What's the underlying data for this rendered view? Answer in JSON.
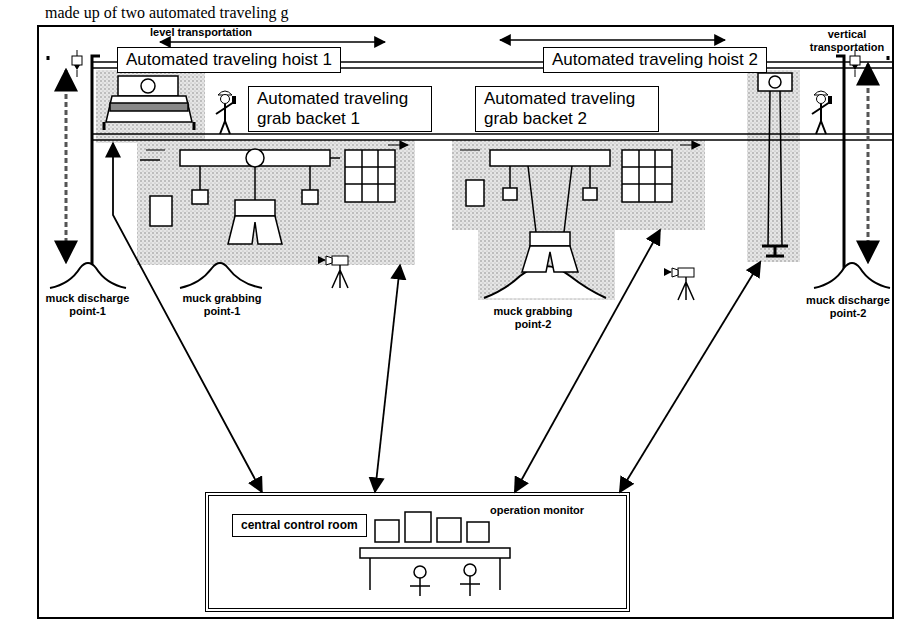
{
  "diagram": {
    "nodes": [
      {
        "text": [
          "Automated traveling hoist 1"
        ]
      },
      {
        "text": [
          "Automated traveling grab backet 1"
        ]
      },
      {
        "text": [
          "Automated traveling grab backet 2"
        ]
      },
      {
        "text": [
          "Automated traveling hoist 2"
        ]
      },
      {
        "text": [
          "central control room"
        ]
      }
    ],
    "edges": [
      {
        "from": 4,
        "to": 0,
        "arrow": "both"
      },
      {
        "from": 4,
        "to": 1,
        "arrow": "both"
      },
      {
        "from": 4,
        "to": 2,
        "arrow": "both"
      },
      {
        "from": 4,
        "to": 3,
        "arrow": "both"
      }
    ],
    "labels": [
      "made up of two automated traveling g",
      "level transportation",
      "vertical transportation",
      "muck discharge point-1",
      "muck grabbing point-1",
      "muck grabbing point-2",
      "muck discharge point-2",
      "operation monitor"
    ]
  }
}
